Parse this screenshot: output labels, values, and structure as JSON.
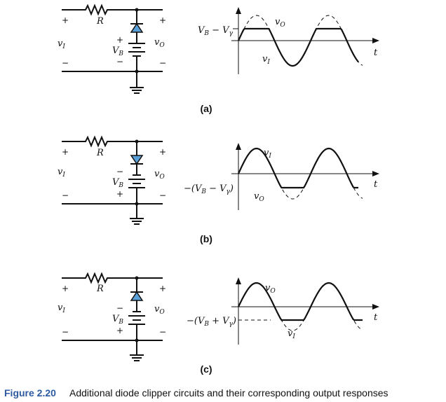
{
  "figure": {
    "number": "Figure 2.20",
    "caption": "Additional diode clipper circuits and their corresponding output responses"
  },
  "colors": {
    "caption_number": "#2d5aa0",
    "diode_fill": "#5aa0d8",
    "ink": "#111111"
  },
  "circuit": {
    "resistor": "R",
    "input_symbol": "v",
    "input_sub": "I",
    "output_symbol": "v",
    "output_sub": "O",
    "battery_symbol": "V",
    "battery_sub": "B",
    "plus": "+",
    "minus": "−"
  },
  "panels": [
    {
      "label": "(a)",
      "level_prefix": "",
      "level_v": "V",
      "level_vsub": "B",
      "level_op": " − V",
      "level_vsub2": "γ",
      "level_suffix": "",
      "time_symbol": "t",
      "battery_top_sign": "+",
      "battery_bottom_sign": "−",
      "diode_direction": "up"
    },
    {
      "label": "(b)",
      "level_prefix": "−(",
      "level_v": "V",
      "level_vsub": "B",
      "level_op": " − V",
      "level_vsub2": "γ",
      "level_suffix": ")",
      "time_symbol": "t",
      "battery_top_sign": "−",
      "battery_bottom_sign": "+",
      "diode_direction": "down"
    },
    {
      "label": "(c)",
      "level_prefix": "−(",
      "level_v": "V",
      "level_vsub": "B",
      "level_op": " + V",
      "level_vsub2": "γ",
      "level_suffix": ")",
      "time_symbol": "t",
      "battery_top_sign": "−",
      "battery_bottom_sign": "+",
      "diode_direction": "up"
    }
  ]
}
